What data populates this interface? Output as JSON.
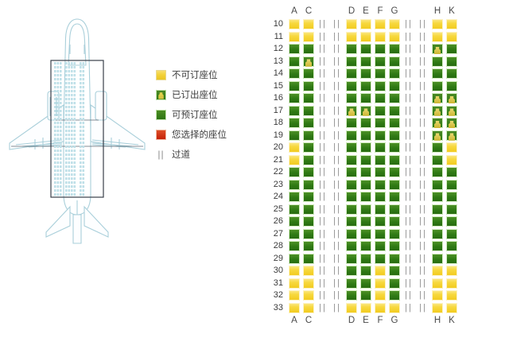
{
  "aircraft": {
    "name": "aircraft-top-view-diagram",
    "outline_color": "#a9cfda",
    "cabin_highlight_border": "#3a3f4a"
  },
  "legend": {
    "items": [
      {
        "swatch": "unavailable-seat-swatch",
        "label": "不可订座位",
        "color": "#f3d23a"
      },
      {
        "swatch": "taken-seat-swatch",
        "label": "已订出座位",
        "color": "#2f7a16"
      },
      {
        "swatch": "available-seat-swatch",
        "label": "可预订座位",
        "color": "#2b7312"
      },
      {
        "swatch": "selected-seat-swatch",
        "label": "您选择的座位",
        "color": "#c21d05"
      },
      {
        "swatch": "aisle-swatch",
        "label": "过道",
        "color": "#8a8a8a",
        "glyph": "||"
      }
    ]
  },
  "seatmap": {
    "columns": [
      "A",
      "C",
      "aisle",
      "aisle",
      "D",
      "E",
      "F",
      "G",
      "aisle",
      "aisle",
      "H",
      "K"
    ],
    "column_labels": [
      "A",
      "C",
      "",
      "",
      "D",
      "E",
      "F",
      "G",
      "",
      "",
      "H",
      "K"
    ],
    "aisle_glyph": "||",
    "legend_key": {
      "u": "unavailable",
      "a": "available",
      "t": "taken",
      "s": "selected",
      "|": "aisle"
    },
    "rows": [
      {
        "number": "10",
        "seats": [
          "u",
          "u",
          "|",
          "|",
          "u",
          "u",
          "u",
          "u",
          "|",
          "|",
          "u",
          "u"
        ]
      },
      {
        "number": "11",
        "seats": [
          "u",
          "u",
          "|",
          "|",
          "u",
          "u",
          "u",
          "u",
          "|",
          "|",
          "u",
          "u"
        ]
      },
      {
        "number": "12",
        "seats": [
          "a",
          "a",
          "|",
          "|",
          "a",
          "a",
          "a",
          "a",
          "|",
          "|",
          "t",
          "a"
        ]
      },
      {
        "number": "13",
        "seats": [
          "a",
          "t",
          "|",
          "|",
          "a",
          "a",
          "a",
          "a",
          "|",
          "|",
          "a",
          "a"
        ]
      },
      {
        "number": "14",
        "seats": [
          "a",
          "a",
          "|",
          "|",
          "a",
          "a",
          "a",
          "a",
          "|",
          "|",
          "a",
          "a"
        ]
      },
      {
        "number": "15",
        "seats": [
          "a",
          "a",
          "|",
          "|",
          "a",
          "a",
          "a",
          "a",
          "|",
          "|",
          "a",
          "a"
        ]
      },
      {
        "number": "16",
        "seats": [
          "a",
          "a",
          "|",
          "|",
          "a",
          "a",
          "a",
          "a",
          "|",
          "|",
          "t",
          "t"
        ]
      },
      {
        "number": "17",
        "seats": [
          "a",
          "a",
          "|",
          "|",
          "t",
          "t",
          "a",
          "a",
          "|",
          "|",
          "t",
          "t"
        ]
      },
      {
        "number": "18",
        "seats": [
          "a",
          "a",
          "|",
          "|",
          "a",
          "a",
          "a",
          "a",
          "|",
          "|",
          "t",
          "t"
        ]
      },
      {
        "number": "19",
        "seats": [
          "a",
          "a",
          "|",
          "|",
          "a",
          "a",
          "a",
          "a",
          "|",
          "|",
          "t",
          "t"
        ]
      },
      {
        "number": "20",
        "seats": [
          "u",
          "a",
          "|",
          "|",
          "a",
          "a",
          "a",
          "a",
          "|",
          "|",
          "a",
          "u"
        ]
      },
      {
        "number": "21",
        "seats": [
          "u",
          "a",
          "|",
          "|",
          "a",
          "a",
          "a",
          "a",
          "|",
          "|",
          "a",
          "u"
        ]
      },
      {
        "number": "22",
        "seats": [
          "a",
          "a",
          "|",
          "|",
          "a",
          "a",
          "a",
          "a",
          "|",
          "|",
          "a",
          "a"
        ]
      },
      {
        "number": "23",
        "seats": [
          "a",
          "a",
          "|",
          "|",
          "a",
          "a",
          "a",
          "a",
          "|",
          "|",
          "a",
          "a"
        ]
      },
      {
        "number": "24",
        "seats": [
          "a",
          "a",
          "|",
          "|",
          "a",
          "a",
          "a",
          "a",
          "|",
          "|",
          "a",
          "a"
        ]
      },
      {
        "number": "25",
        "seats": [
          "a",
          "a",
          "|",
          "|",
          "a",
          "a",
          "a",
          "a",
          "|",
          "|",
          "a",
          "a"
        ]
      },
      {
        "number": "26",
        "seats": [
          "a",
          "a",
          "|",
          "|",
          "a",
          "a",
          "a",
          "a",
          "|",
          "|",
          "a",
          "a"
        ]
      },
      {
        "number": "27",
        "seats": [
          "a",
          "a",
          "|",
          "|",
          "a",
          "a",
          "a",
          "a",
          "|",
          "|",
          "a",
          "a"
        ]
      },
      {
        "number": "28",
        "seats": [
          "a",
          "a",
          "|",
          "|",
          "a",
          "a",
          "a",
          "a",
          "|",
          "|",
          "a",
          "a"
        ]
      },
      {
        "number": "29",
        "seats": [
          "a",
          "a",
          "|",
          "|",
          "a",
          "a",
          "a",
          "a",
          "|",
          "|",
          "a",
          "a"
        ]
      },
      {
        "number": "30",
        "seats": [
          "u",
          "u",
          "|",
          "|",
          "a",
          "a",
          "u",
          "a",
          "|",
          "|",
          "u",
          "u"
        ]
      },
      {
        "number": "31",
        "seats": [
          "u",
          "u",
          "|",
          "|",
          "a",
          "a",
          "u",
          "a",
          "|",
          "|",
          "u",
          "u"
        ]
      },
      {
        "number": "32",
        "seats": [
          "u",
          "u",
          "|",
          "|",
          "a",
          "a",
          "u",
          "a",
          "|",
          "|",
          "u",
          "u"
        ]
      },
      {
        "number": "33",
        "seats": [
          "u",
          "u",
          "|",
          "|",
          "u",
          "u",
          "u",
          "u",
          "|",
          "|",
          "u",
          "u"
        ]
      }
    ]
  }
}
